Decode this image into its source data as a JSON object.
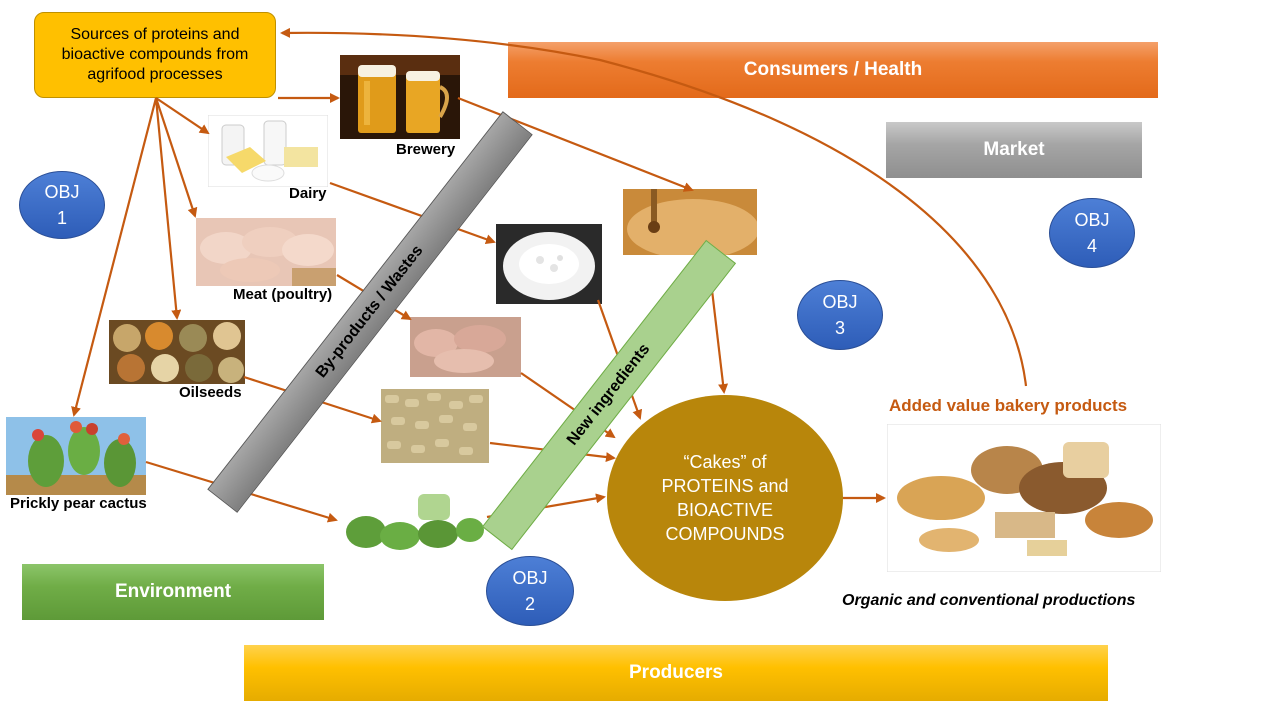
{
  "source_box": {
    "text": "Sources of proteins and\nbioactive compounds from\nagrifood processes"
  },
  "bars": {
    "consumers": "Consumers / Health",
    "market": "Market",
    "environment": "Environment",
    "producers": "Producers"
  },
  "diagonals": {
    "byproducts": "By-products / Wastes",
    "new_ingredients": "New ingredients"
  },
  "objectives": [
    {
      "line1": "OBJ",
      "line2": "1"
    },
    {
      "line1": "OBJ",
      "line2": "2"
    },
    {
      "line1": "OBJ",
      "line2": "3"
    },
    {
      "line1": "OBJ",
      "line2": "4"
    }
  ],
  "sources": {
    "brewery": "Brewery",
    "dairy": "Dairy",
    "meat": "Meat (poultry)",
    "oilseeds": "Oilseeds",
    "cactus": "Prickly pear cactus"
  },
  "cakes": {
    "line1": "“Cakes” of",
    "line2": "PROTEINS  and",
    "line3": "BIOACTIVE",
    "line4": "COMPOUNDS"
  },
  "bakery": {
    "title": "Added value bakery products",
    "caption": "Organic and conventional productions"
  },
  "colors": {
    "arrow": "#C55A11",
    "consumers": "#ED7D31",
    "market": "#A5A5A5",
    "environment": "#70AD47",
    "producers": "#FFC000",
    "source_box": "#FFC000",
    "obj_circle": "#3F6FC7",
    "cakes": "#B8860B",
    "byproducts_band": "#8C8C8C",
    "new_ingredients_band": "#A9D18E"
  }
}
